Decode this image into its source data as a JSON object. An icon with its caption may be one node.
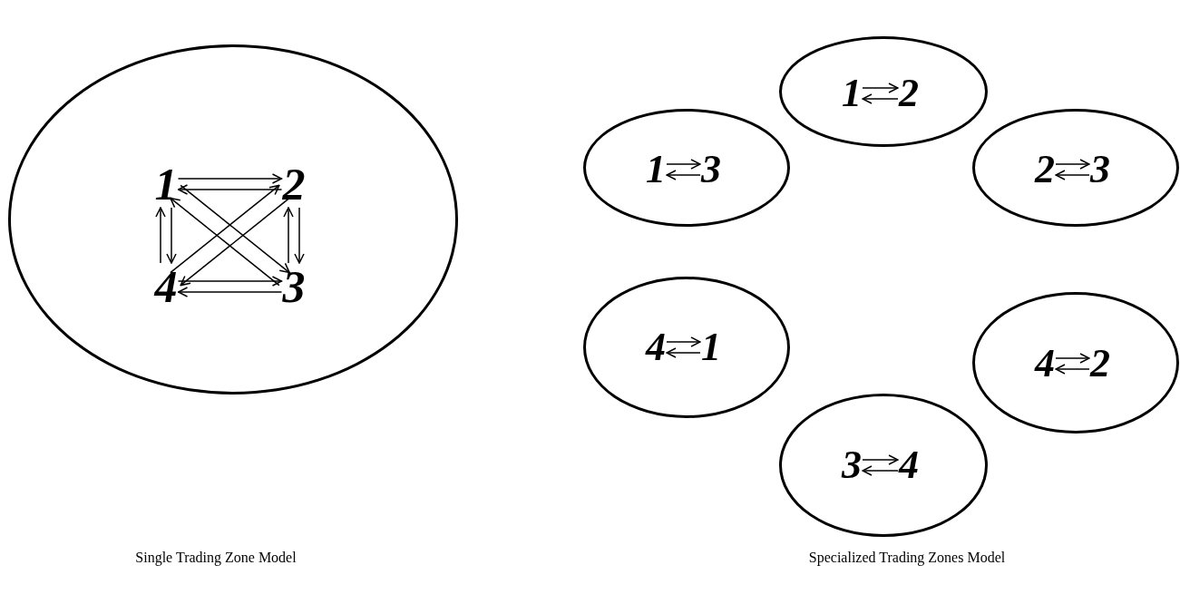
{
  "diagram": {
    "nodes": [
      {
        "text": [],
        "shape": "ellipse"
      },
      {
        "text": [
          "1"
        ],
        "in": 0
      },
      {
        "text": [
          "2"
        ],
        "in": 0
      },
      {
        "text": [
          "3"
        ],
        "in": 0
      },
      {
        "text": [
          "4"
        ],
        "in": 0
      },
      {
        "text": [],
        "shape": "ellipse"
      },
      {
        "text": [
          "1"
        ],
        "in": 5
      },
      {
        "text": [
          "2"
        ],
        "in": 5
      },
      {
        "text": [],
        "shape": "ellipse"
      },
      {
        "text": [
          "1"
        ],
        "in": 8
      },
      {
        "text": [
          "3"
        ],
        "in": 8
      },
      {
        "text": [],
        "shape": "ellipse"
      },
      {
        "text": [
          "2"
        ],
        "in": 11
      },
      {
        "text": [
          "3"
        ],
        "in": 11
      },
      {
        "text": [],
        "shape": "ellipse"
      },
      {
        "text": [
          "4"
        ],
        "in": 14
      },
      {
        "text": [
          "1"
        ],
        "in": 14
      },
      {
        "text": [],
        "shape": "ellipse"
      },
      {
        "text": [
          "4"
        ],
        "in": 17
      },
      {
        "text": [
          "2"
        ],
        "in": 17
      },
      {
        "text": [],
        "shape": "ellipse"
      },
      {
        "text": [
          "3"
        ],
        "in": 20
      },
      {
        "text": [
          "4"
        ],
        "in": 20
      }
    ],
    "edges": [
      {
        "from": 1,
        "to": 2,
        "arrow": "to"
      },
      {
        "from": 2,
        "to": 1,
        "arrow": "to"
      },
      {
        "from": 4,
        "to": 1,
        "arrow": "to"
      },
      {
        "from": 1,
        "to": 4,
        "arrow": "to"
      },
      {
        "from": 2,
        "to": 3,
        "arrow": "to"
      },
      {
        "from": 3,
        "to": 2,
        "arrow": "to"
      },
      {
        "from": 4,
        "to": 3,
        "arrow": "to"
      },
      {
        "from": 3,
        "to": 4,
        "arrow": "to"
      },
      {
        "from": 1,
        "to": 3,
        "arrow": "to"
      },
      {
        "from": 3,
        "to": 1,
        "arrow": "to"
      },
      {
        "from": 4,
        "to": 2,
        "arrow": "to"
      },
      {
        "from": 2,
        "to": 4,
        "arrow": "to"
      },
      {
        "from": 6,
        "to": 7,
        "arrow": "to"
      },
      {
        "from": 7,
        "to": 6,
        "arrow": "to"
      },
      {
        "from": 9,
        "to": 10,
        "arrow": "to"
      },
      {
        "from": 10,
        "to": 9,
        "arrow": "to"
      },
      {
        "from": 12,
        "to": 13,
        "arrow": "to"
      },
      {
        "from": 13,
        "to": 12,
        "arrow": "to"
      },
      {
        "from": 15,
        "to": 16,
        "arrow": "to"
      },
      {
        "from": 16,
        "to": 15,
        "arrow": "to"
      },
      {
        "from": 18,
        "to": 19,
        "arrow": "to"
      },
      {
        "from": 19,
        "to": 18,
        "arrow": "to"
      },
      {
        "from": 21,
        "to": 22,
        "arrow": "to"
      },
      {
        "from": 22,
        "to": 21,
        "arrow": "to"
      }
    ],
    "labels": [
      "Single Trading Zone Model",
      "Specialized Trading Zones Model"
    ]
  }
}
